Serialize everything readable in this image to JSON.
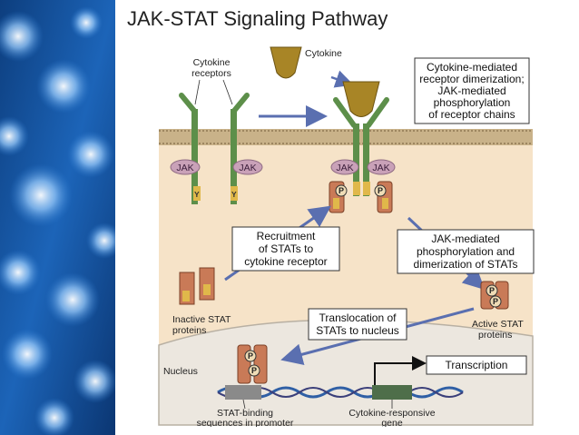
{
  "slide": {
    "title": "JAK-STAT Signaling Pathway"
  },
  "diagram": {
    "cytokine": "Cytokine",
    "cytokine_receptors": [
      "Cytokine",
      "receptors"
    ],
    "dimerization_box": [
      "Cytokine-mediated",
      "receptor dimerization;",
      "JAK-mediated",
      "phosphorylation",
      "of receptor chains"
    ],
    "jak": "JAK",
    "y": "Y",
    "p": "P",
    "recruitment_box": [
      "Recruitment",
      "of STATs to",
      "cytokine receptor"
    ],
    "phosphorylation_box": [
      "JAK-mediated",
      "phosphorylation and",
      "dimerization of STATs"
    ],
    "inactive_stat": [
      "Inactive STAT",
      "proteins"
    ],
    "active_stat": [
      "Active STAT",
      "proteins"
    ],
    "translocation_box": [
      "Translocation of",
      "STATs to nucleus"
    ],
    "nucleus": "Nucleus",
    "transcription": "Transcription",
    "stat_binding": [
      "STAT-binding",
      "sequences in promoter"
    ],
    "cytokine_gene": [
      "Cytokine-responsive",
      "gene"
    ]
  },
  "colors": {
    "background_panel": "#f6e3c8",
    "nucleus_fill": "#ece7df",
    "membrane": "#c4ad86",
    "receptor": "#5d8f4a",
    "cytokine": "#9c7b20",
    "jak": "#c9a1b8",
    "stat": "#c97a57",
    "arrow": "#5a6fb0",
    "bokeh_base": "#1a4f93"
  }
}
